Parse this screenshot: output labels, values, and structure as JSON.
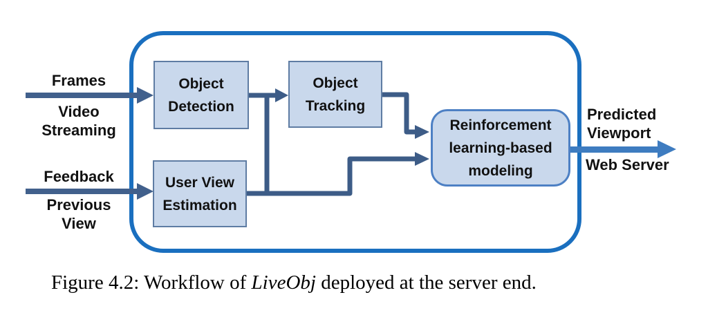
{
  "figure": {
    "type": "flow-diagram",
    "inputs": [
      {
        "id": "video-streaming-input",
        "top_label": "Frames",
        "bottom_label": "Video\nStreaming"
      },
      {
        "id": "feedback-input",
        "top_label": "Feedback",
        "bottom_label": "Previous\nView"
      }
    ],
    "boxes": [
      {
        "id": "object-detection",
        "label": "Object\nDetection",
        "shape": "rect"
      },
      {
        "id": "object-tracking",
        "label": "Object\nTracking",
        "shape": "rect"
      },
      {
        "id": "user-view-estimation",
        "label": "User View\nEstimation",
        "shape": "rect"
      },
      {
        "id": "reinforcement-modeling",
        "label": "Reinforcement\nlearning-based\nmodeling",
        "shape": "rounded-rect"
      }
    ],
    "output": {
      "id": "predicted-viewport-output",
      "top_label": "Predicted\nViewport",
      "bottom_label": "Web Server"
    },
    "edges": [
      "video-streaming-input -> object-detection",
      "feedback-input -> user-view-estimation",
      "object-detection -> object-tracking",
      "object-detection -> reinforcement-modeling",
      "user-view-estimation -> reinforcement-modeling",
      "object-tracking -> reinforcement-modeling",
      "reinforcement-modeling -> predicted-viewport-output"
    ],
    "colors": {
      "container_border": "#1a6fbf",
      "box_fill": "#c9d8ec",
      "box_border": "#5e7ca3",
      "rounded_box_border": "#4d80c4",
      "connector": "#3d5c87",
      "input_arrow": "#41608c",
      "output_arrow": "#3e7cc0",
      "text": "#111111"
    }
  },
  "caption": {
    "prefix": "Figure 4.2: Workflow of ",
    "italic": "LiveObj",
    "suffix": " deployed at the server end."
  }
}
